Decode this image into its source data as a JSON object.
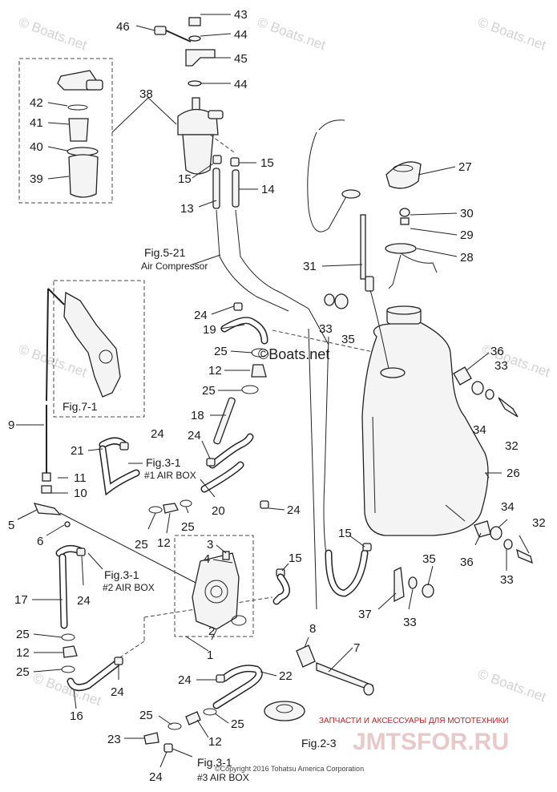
{
  "parts": {
    "p43": "43",
    "p44a": "44",
    "p45": "45",
    "p44b": "44",
    "p46": "46",
    "p38": "38",
    "p42": "42",
    "p41": "41",
    "p40": "40",
    "p39": "39",
    "p15a": "15",
    "p15b": "15",
    "p13": "13",
    "p14": "14",
    "p27": "27",
    "p30": "30",
    "p29": "29",
    "p28": "28",
    "p31": "31",
    "p33a": "33",
    "p35a": "35",
    "p24a": "24",
    "p19": "19",
    "p25a": "25",
    "p12a": "12",
    "p25b": "25",
    "p36a": "36",
    "p33b": "33",
    "p34a": "34",
    "p32a": "32",
    "p18": "18",
    "p9": "9",
    "p24b": "24",
    "p21": "21",
    "p24c": "24",
    "p11": "11",
    "p10": "10",
    "p20": "20",
    "p24d": "24",
    "p26": "26",
    "p5": "5",
    "p6": "6",
    "p25c": "25",
    "p12b": "12",
    "p25d": "25",
    "p34b": "34",
    "p32b": "32",
    "p3": "3",
    "p4": "4",
    "p15c": "15",
    "p15d": "15",
    "p36b": "36",
    "p33c": "33",
    "p35b": "35",
    "p17": "17",
    "p24e": "24",
    "p37": "37",
    "p33d": "33",
    "p2": "2",
    "p1": "1",
    "p8": "8",
    "p7": "7",
    "p25e": "25",
    "p12c": "12",
    "p25f": "25",
    "p24f": "24",
    "p22": "22",
    "p16": "16",
    "p24g": "24",
    "p25g": "25",
    "p12d": "12",
    "p25h": "25",
    "p23": "23",
    "p24h": "24"
  },
  "refs": {
    "fig521": "Fig.5-21",
    "air_compressor": "Air Compressor",
    "fig71": "Fig.7-1",
    "fig31a": "Fig.3-1",
    "airbox1": "#1 AIR BOX",
    "fig31b": "Fig.3-1",
    "airbox2": "#2 AIR BOX",
    "fig23": "Fig.2-3",
    "fig31c": "Fig.3-1",
    "airbox3": "#3 AIR BOX"
  },
  "watermarks": {
    "w1": "© Boats.net",
    "w2": "© Boats.net",
    "w3": "© Boats.net",
    "w4": "© Boats.net",
    "w5": "© Boats.net",
    "w6": "© Boats.net",
    "center_logo": "©Boats.net"
  },
  "footer": {
    "advert": "ЗАПЧАСТИ И АКСЕССУАРЫ ДЛЯ МОТОТЕХНИКИ",
    "brand": "JMTSFOR.RU",
    "copyright": "©Copyright 2016 Tohatsu America Corporation"
  }
}
